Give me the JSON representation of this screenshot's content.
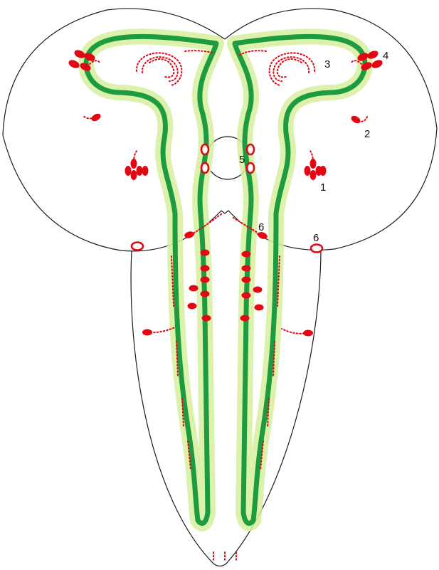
{
  "labels": {
    "l1": "1",
    "l2": "2",
    "l3": "3",
    "l4": "4",
    "l5": "5",
    "l6a": "6",
    "l6b": "6"
  },
  "colors": {
    "nerve": "#1c9b3f",
    "glow": "#d6ef9c",
    "cells": "#e30613",
    "outline": "#1a1a1a"
  }
}
